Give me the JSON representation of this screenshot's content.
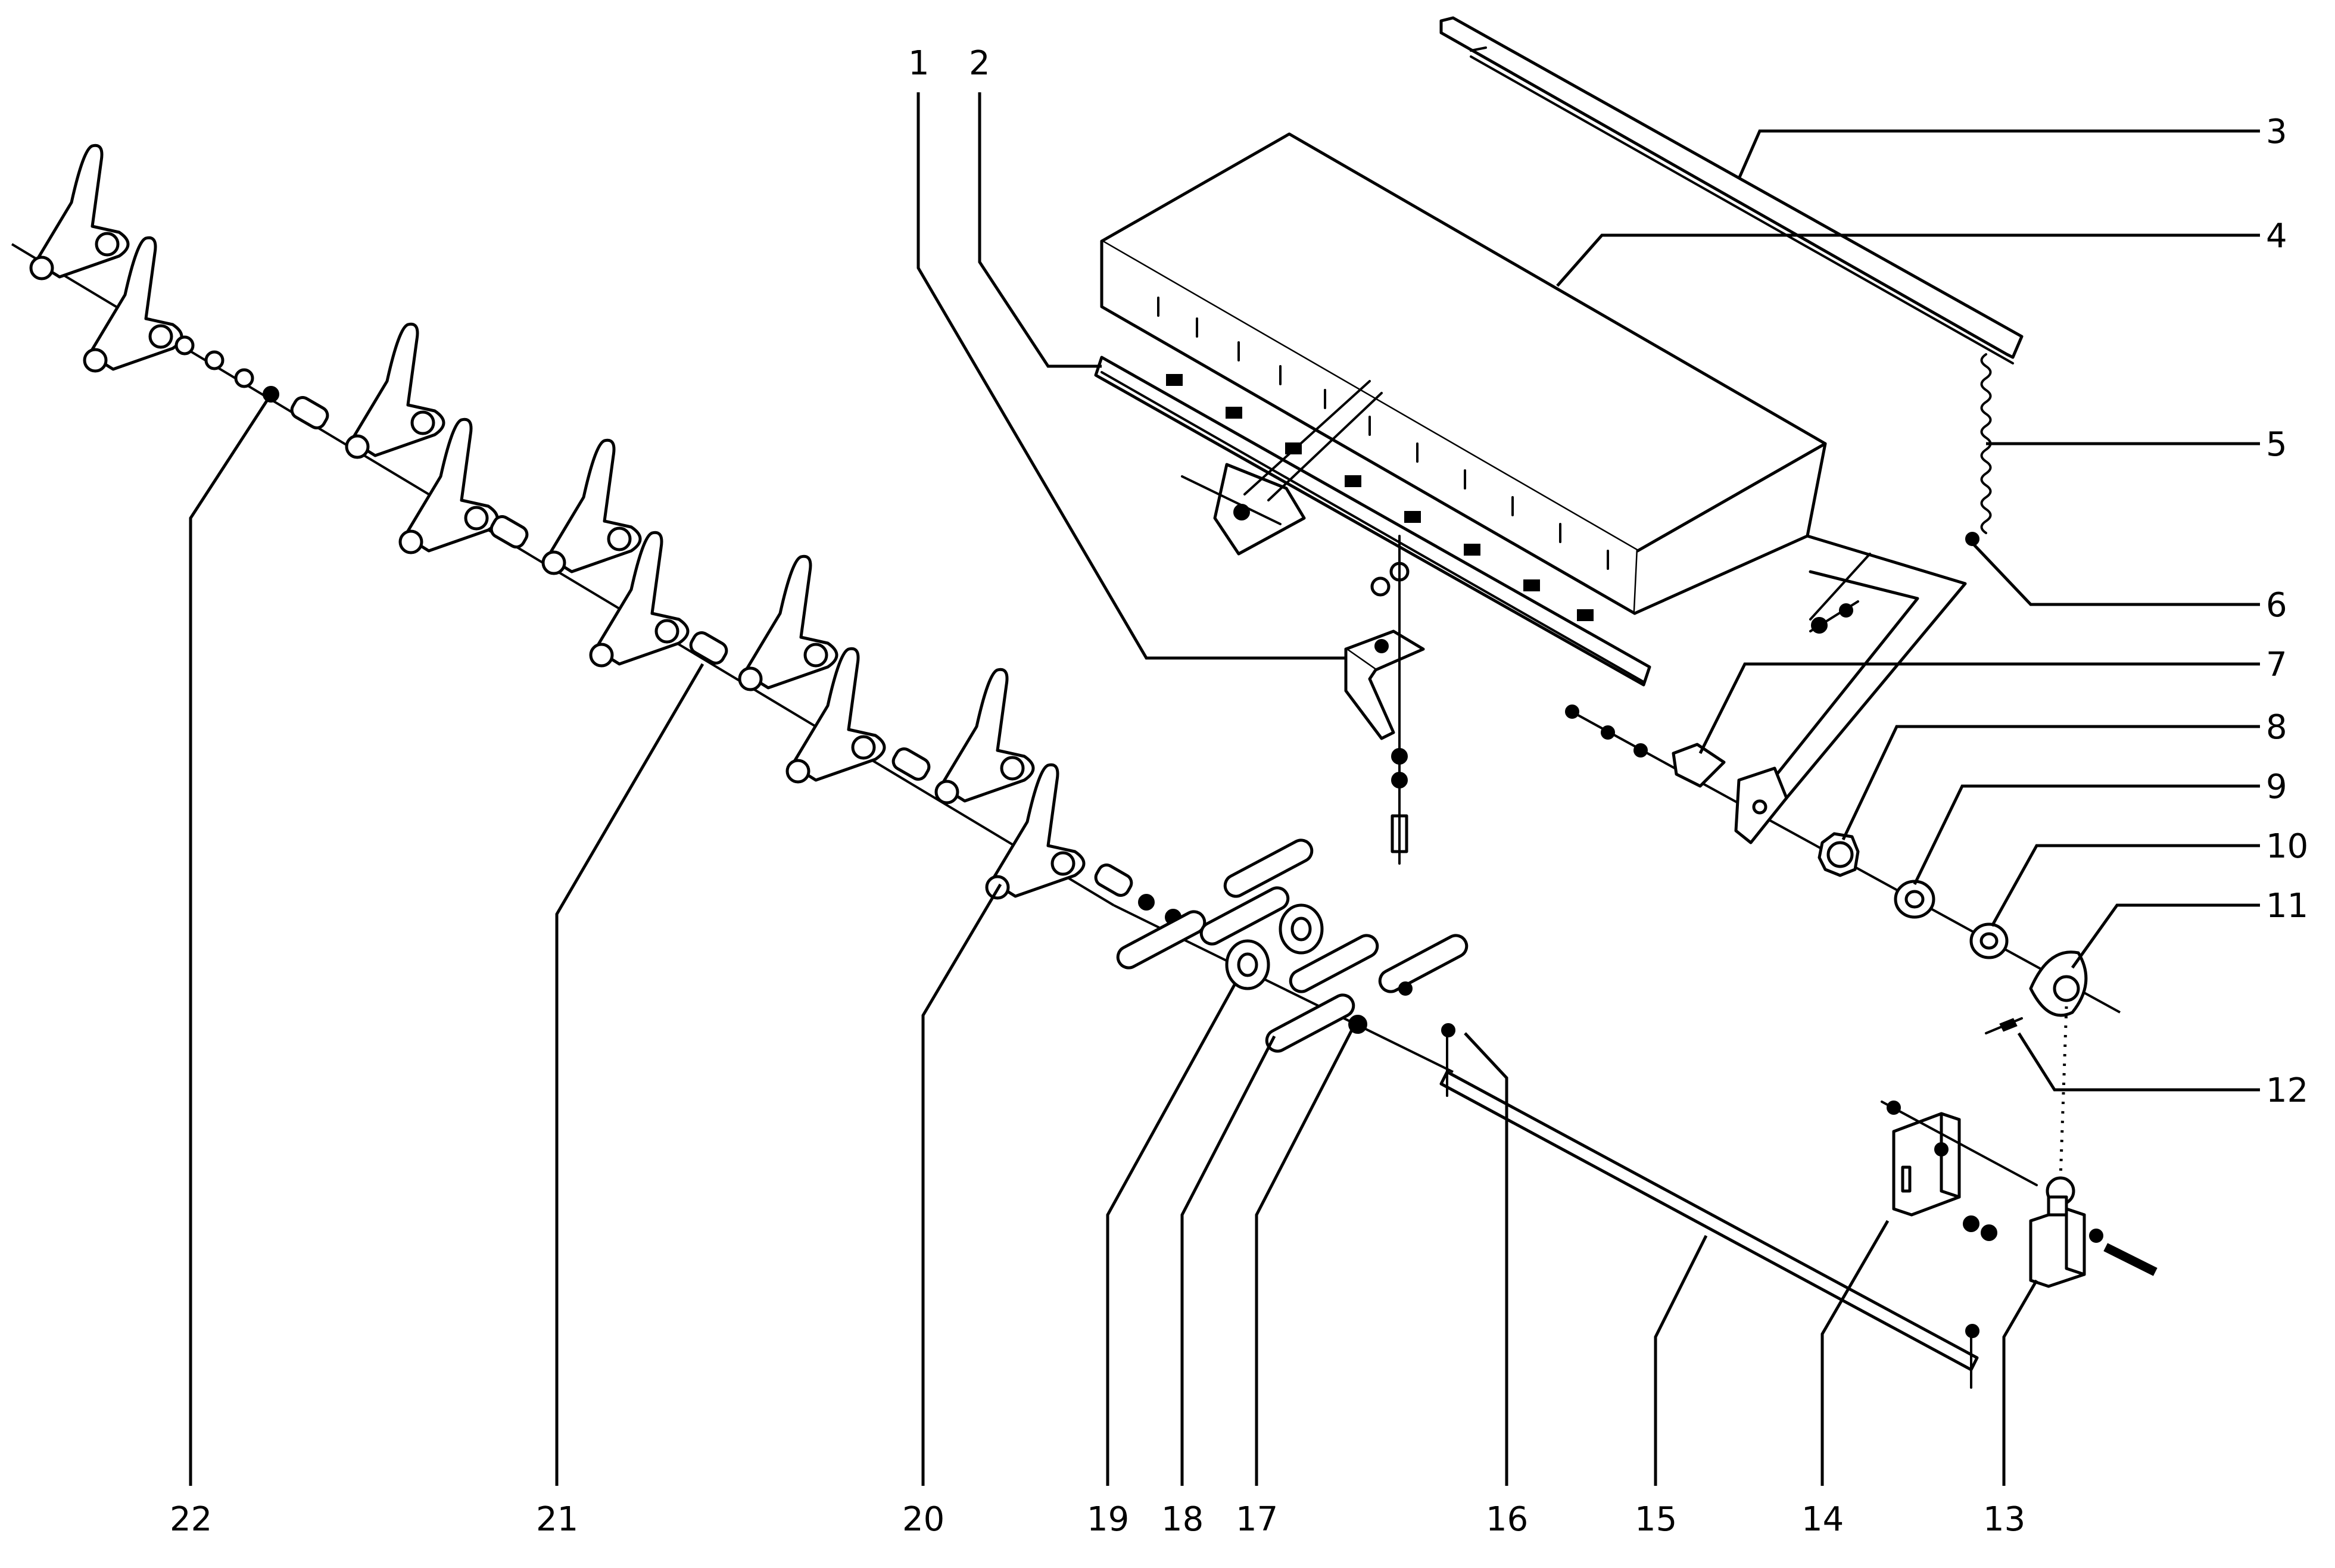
{
  "diagram": {
    "type": "exploded-parts-view",
    "callouts": [
      {
        "id": "c1",
        "label": "1"
      },
      {
        "id": "c2",
        "label": "2"
      },
      {
        "id": "c3",
        "label": "3"
      },
      {
        "id": "c4",
        "label": "4"
      },
      {
        "id": "c5",
        "label": "5"
      },
      {
        "id": "c6",
        "label": "6"
      },
      {
        "id": "c7",
        "label": "7"
      },
      {
        "id": "c8",
        "label": "8"
      },
      {
        "id": "c9",
        "label": "9"
      },
      {
        "id": "c10",
        "label": "10"
      },
      {
        "id": "c11",
        "label": "11"
      },
      {
        "id": "c12",
        "label": "12"
      },
      {
        "id": "c13",
        "label": "13"
      },
      {
        "id": "c14",
        "label": "14"
      },
      {
        "id": "c15",
        "label": "15"
      },
      {
        "id": "c16",
        "label": "16"
      },
      {
        "id": "c17",
        "label": "17"
      },
      {
        "id": "c18",
        "label": "18"
      },
      {
        "id": "c19",
        "label": "19"
      },
      {
        "id": "c20",
        "label": "20"
      },
      {
        "id": "c21",
        "label": "21"
      },
      {
        "id": "c22",
        "label": "22"
      }
    ],
    "colors": {
      "line": "#000000",
      "background": "#ffffff"
    }
  }
}
